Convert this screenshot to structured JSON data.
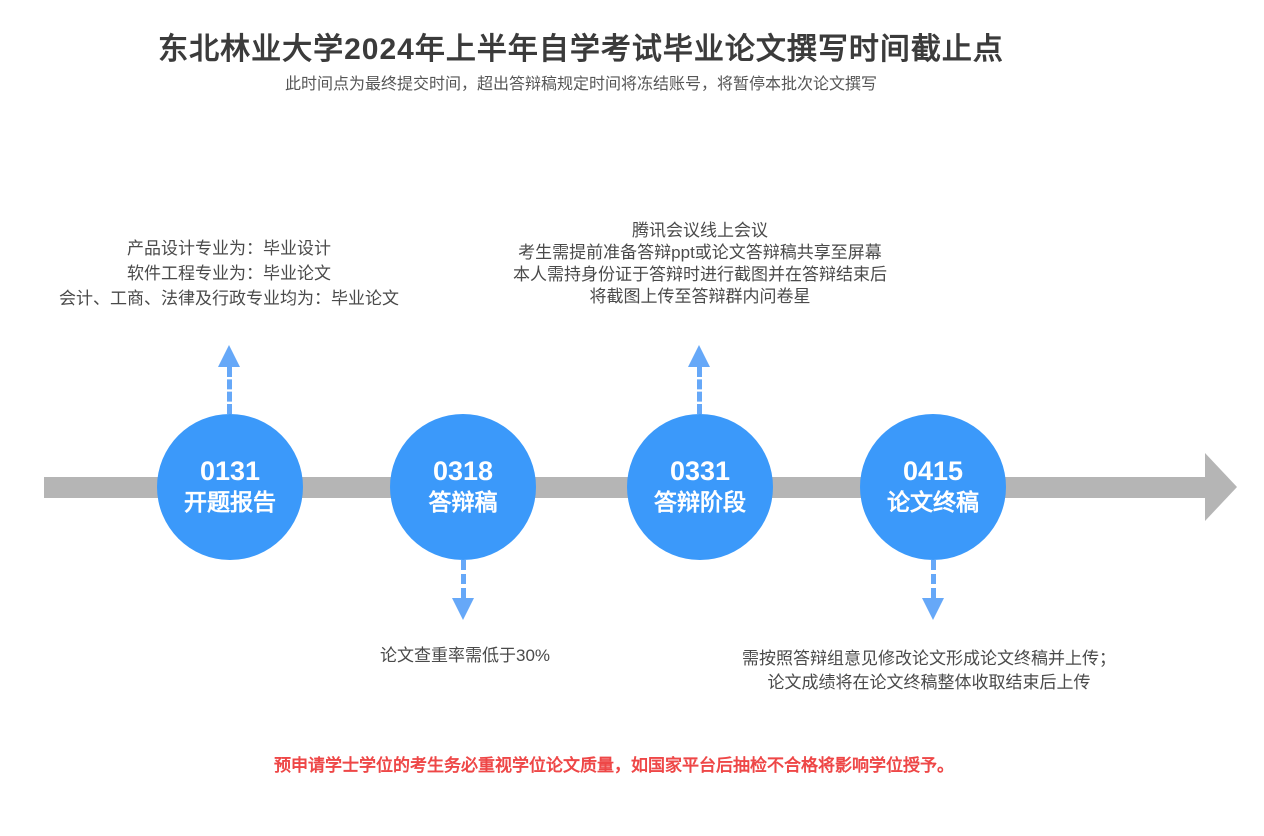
{
  "page": {
    "title": "东北林业大学2024年上半年自学考试毕业论文撰写时间截止点",
    "subtitle": "此时间点为最终提交时间，超出答辩稿规定时间将冻结账号，将暂停本批次论文撰写",
    "footer_warning": "预申请学士学位的考生务必重视学位论文质量，如国家平台后抽检不合格将影响学位授予。"
  },
  "colors": {
    "node_blue": "#3b99fa",
    "arrow_blue": "#66a8f8",
    "timeline_gray": "#b5b5b5",
    "title_dark": "#3b3b3b",
    "body_text": "#4a4a4a",
    "warning_red": "#ee4747"
  },
  "timeline": {
    "direction": "left-to-right",
    "nodes": [
      {
        "date": "0131",
        "label": "开题报告"
      },
      {
        "date": "0318",
        "label": "答辩稿"
      },
      {
        "date": "0331",
        "label": "答辩阶段"
      },
      {
        "date": "0415",
        "label": "论文终稿"
      }
    ]
  },
  "annotations": {
    "thesis_types": {
      "attached_to": "0131",
      "lines": [
        "产品设计专业为：毕业设计",
        "软件工程专业为：毕业论文",
        "会计、工商、法律及行政专业均为：毕业论文"
      ]
    },
    "defense_meeting": {
      "attached_to": "0331",
      "lines": [
        "腾讯会议线上会议",
        "考生需提前准备答辩ppt或论文答辩稿共享至屏幕",
        "本人需持身份证于答辩时进行截图并在答辩结束后",
        "将截图上传至答辩群内问卷星"
      ]
    },
    "plagiarism_check": {
      "attached_to": "0318",
      "text": "论文查重率需低于30%"
    },
    "final_draft": {
      "attached_to": "0415",
      "lines": [
        "需按照答辩组意见修改论文形成论文终稿并上传；",
        "论文成绩将在论文终稿整体收取结束后上传"
      ]
    }
  }
}
